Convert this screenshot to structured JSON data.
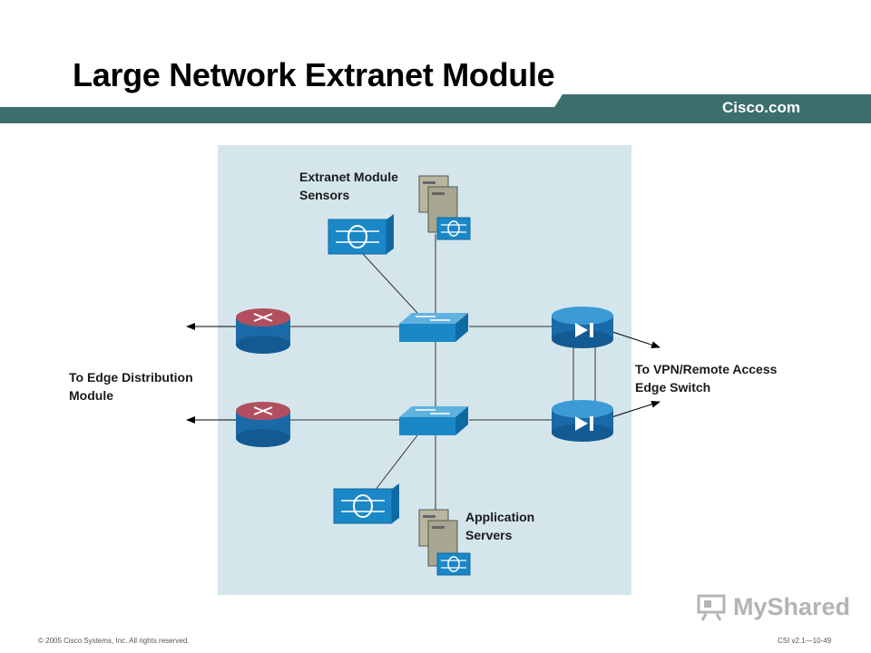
{
  "slide": {
    "title": "Large Network Extranet Module",
    "brand": "Cisco.com",
    "copyright": "© 2005 Cisco Systems, Inc. All rights reserved.",
    "course_ref": "CSI v2.1—10-49",
    "watermark": "MyShared"
  },
  "labels": {
    "sensors": [
      "Extranet Module",
      "Sensors"
    ],
    "edge_distribution": [
      "To Edge Distribution",
      "Module"
    ],
    "vpn_remote": [
      "To VPN/Remote Access",
      "Edge Switch"
    ],
    "app_servers": [
      "Application",
      "Servers"
    ]
  },
  "colors": {
    "header_bar": "#3d6e6e",
    "panel": "#d4e6ec",
    "router_top": "#b14f5e",
    "router_body": "#1a6aa8",
    "device_blue": "#1a87c6",
    "server_beige": "#b8b69e"
  },
  "icons": [
    "router-icon",
    "switch-icon",
    "ids-sensor-icon",
    "vpn-concentrator-icon",
    "server-icon"
  ]
}
